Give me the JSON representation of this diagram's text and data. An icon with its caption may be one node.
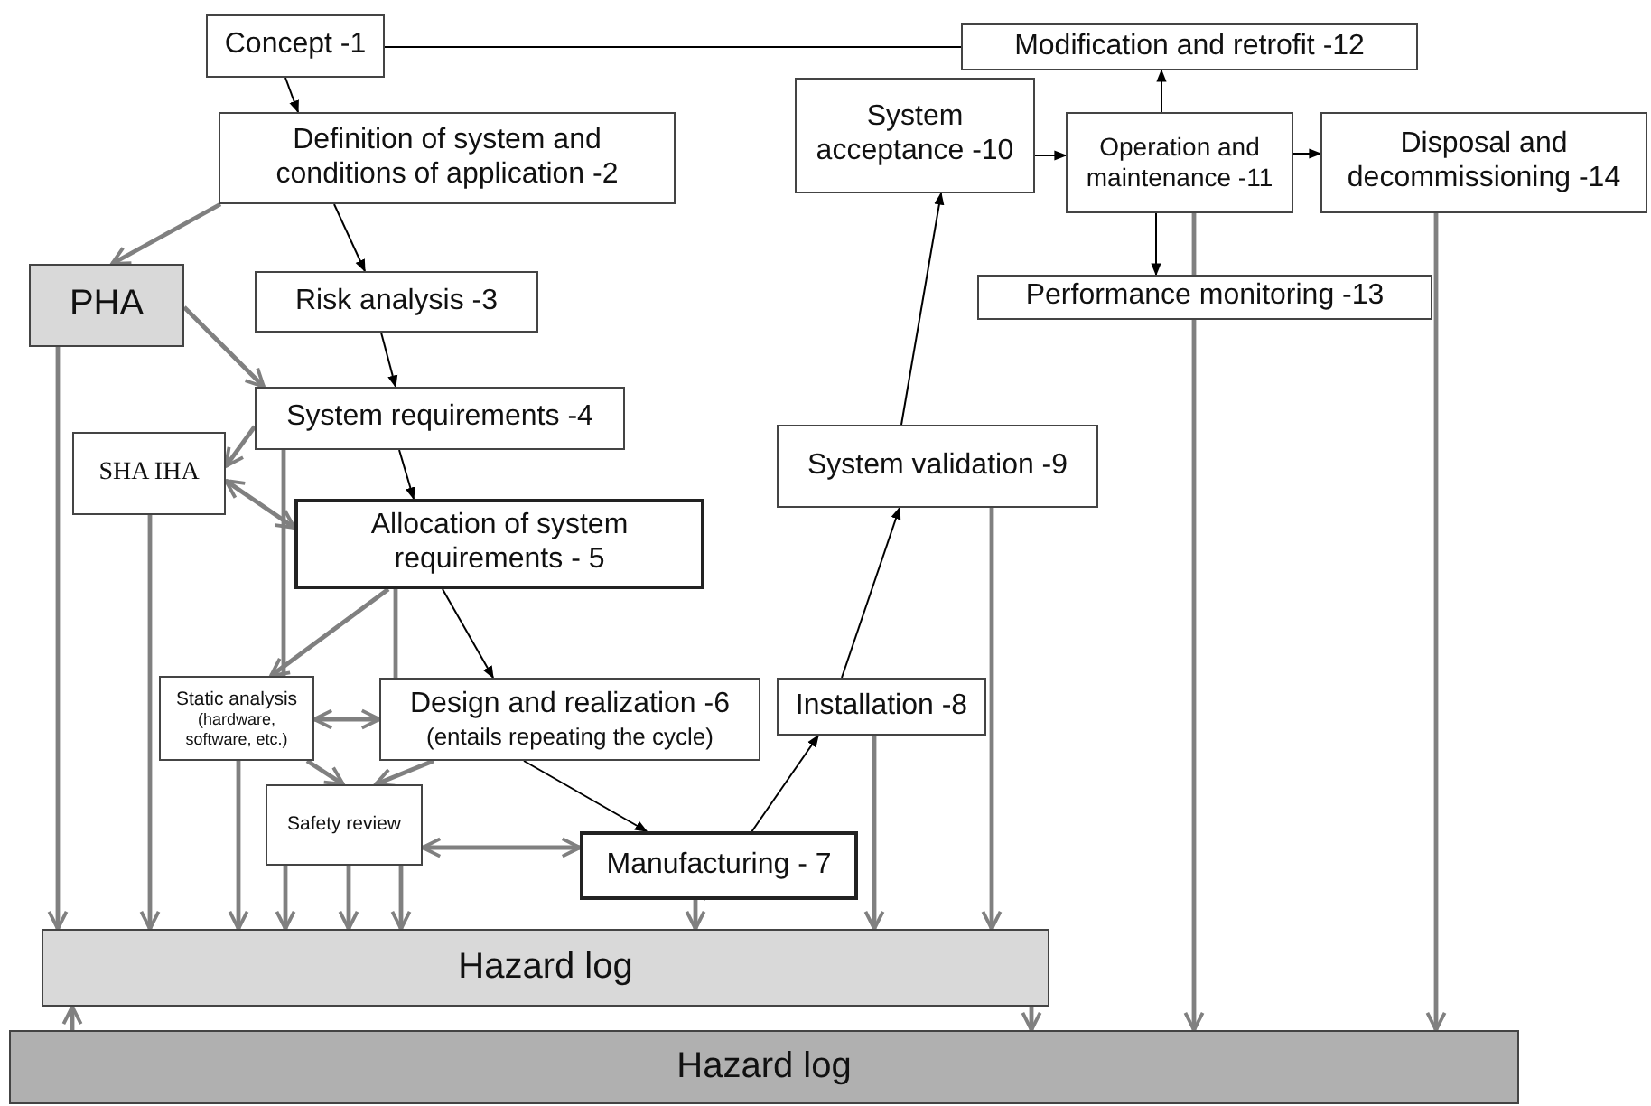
{
  "diagram": {
    "nodes": [
      {
        "text": [
          "Concept -1"
        ]
      },
      {
        "text": [
          "Modification and retrofit -12"
        ]
      },
      {
        "text": [
          "Definition of system and conditions of application -2"
        ]
      },
      {
        "text": [
          "System acceptance -10"
        ]
      },
      {
        "text": [
          "Operation and maintenance -11"
        ]
      },
      {
        "text": [
          "Disposal and decommissioning -14"
        ]
      },
      {
        "text": [
          "PHA"
        ]
      },
      {
        "text": [
          "Risk analysis -3"
        ]
      },
      {
        "text": [
          "Performance monitoring -13"
        ]
      },
      {
        "text": [
          "System requirements -4"
        ]
      },
      {
        "text": [
          "SHA IHA"
        ]
      },
      {
        "text": [
          "System validation -9"
        ]
      },
      {
        "text": [
          "Allocation of system requirements - 5"
        ]
      },
      {
        "text": [
          "Static analysis",
          "(hardware, software, etc.)"
        ]
      },
      {
        "text": [
          "Design and realization -6",
          "(entails repeating the cycle)"
        ]
      },
      {
        "text": [
          "Installation -8"
        ]
      },
      {
        "text": [
          "Safety review"
        ]
      },
      {
        "text": [
          "Manufacturing - 7"
        ]
      },
      {
        "text": [
          "Hazard log"
        ]
      },
      {
        "text": [
          "Hazard log"
        ]
      }
    ],
    "edges": [
      {
        "from": 0,
        "to": 2,
        "arrow": "to",
        "color": "#000000"
      },
      {
        "from": 2,
        "to": 7,
        "arrow": "to",
        "color": "#000000"
      },
      {
        "from": 7,
        "to": 9,
        "arrow": "to",
        "color": "#000000"
      },
      {
        "from": 9,
        "to": 12,
        "arrow": "to",
        "color": "#000000"
      },
      {
        "from": 12,
        "to": 14,
        "arrow": "to",
        "color": "#000000"
      },
      {
        "from": 14,
        "to": 17,
        "arrow": "to",
        "color": "#000000"
      },
      {
        "from": 17,
        "to": 15,
        "arrow": "to",
        "color": "#000000"
      },
      {
        "from": 15,
        "to": 11,
        "arrow": "to",
        "color": "#000000"
      },
      {
        "from": 11,
        "to": 3,
        "arrow": "to",
        "color": "#000000"
      },
      {
        "from": 3,
        "to": 4,
        "arrow": "to",
        "color": "#000000"
      },
      {
        "from": 4,
        "to": 1,
        "arrow": "to",
        "color": "#000000"
      },
      {
        "from": 4,
        "to": 8,
        "arrow": "to",
        "color": "#000000"
      },
      {
        "from": 4,
        "to": 5,
        "arrow": "to",
        "color": "#000000"
      },
      {
        "from": 0,
        "to": 1,
        "arrow": "none",
        "color": "#000000"
      },
      {
        "from": 2,
        "to": 6,
        "arrow": "to"
      },
      {
        "from": 6,
        "to": 9,
        "arrow": "to"
      },
      {
        "from": 9,
        "to": 10,
        "arrow": "to"
      },
      {
        "from": 10,
        "to": 12,
        "arrow": "both"
      },
      {
        "from": 12,
        "to": 13,
        "arrow": "to"
      },
      {
        "from": 9,
        "to": 13,
        "arrow": "none"
      },
      {
        "from": 13,
        "to": 14,
        "arrow": "both"
      },
      {
        "from": 13,
        "to": 16,
        "arrow": "to"
      },
      {
        "from": 14,
        "to": 16,
        "arrow": "to"
      },
      {
        "from": 16,
        "to": 17,
        "arrow": "both"
      },
      {
        "from": 12,
        "to": 14,
        "arrow": "none"
      },
      {
        "from": 6,
        "to": 18,
        "arrow": "to"
      },
      {
        "from": 10,
        "to": 18,
        "arrow": "to"
      },
      {
        "from": 13,
        "to": 18,
        "arrow": "to"
      },
      {
        "from": 16,
        "to": 18,
        "arrow": "to"
      },
      {
        "from": 16,
        "to": 18,
        "arrow": "to"
      },
      {
        "from": 16,
        "to": 18,
        "arrow": "to"
      },
      {
        "from": 17,
        "to": 18,
        "arrow": "to"
      },
      {
        "from": 15,
        "to": 18,
        "arrow": "to"
      },
      {
        "from": 11,
        "to": 18,
        "arrow": "to"
      },
      {
        "from": 18,
        "to": 19,
        "arrow": "to"
      },
      {
        "from": 19,
        "to": 18,
        "arrow": "to"
      },
      {
        "from": 8,
        "to": 19,
        "arrow": "to"
      },
      {
        "from": 5,
        "to": 19,
        "arrow": "to"
      },
      {
        "from": 4,
        "to": 8,
        "arrow": "none"
      }
    ]
  }
}
